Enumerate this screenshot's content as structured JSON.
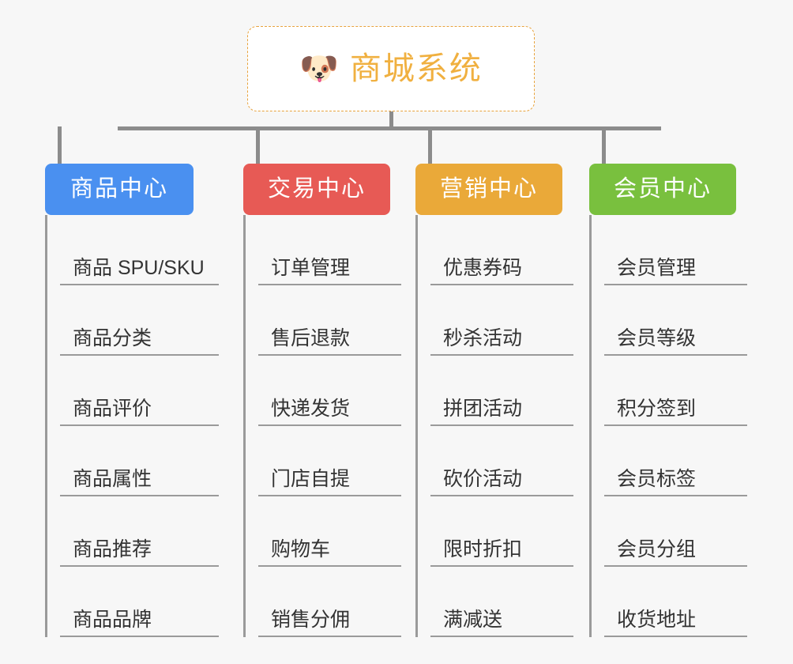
{
  "root": {
    "icon": "dog-face-icon",
    "icon_glyph": "🐶",
    "title": "商城系统",
    "title_color": "#f0b040",
    "border_color": "#e8a33d"
  },
  "canvas": {
    "background": "#f7f7f7",
    "connector_color": "#8c8c8c"
  },
  "branches": [
    {
      "id": "product-center",
      "label": "商品中心",
      "color": "#4a90f0",
      "items": [
        "商品 SPU/SKU",
        "商品分类",
        "商品评价",
        "商品属性",
        "商品推荐",
        "商品品牌"
      ]
    },
    {
      "id": "trade-center",
      "label": "交易中心",
      "color": "#e75a55",
      "items": [
        "订单管理",
        "售后退款",
        "快递发货",
        "门店自提",
        "购物车",
        "销售分佣"
      ]
    },
    {
      "id": "marketing-center",
      "label": "营销中心",
      "color": "#eaa939",
      "items": [
        "优惠券码",
        "秒杀活动",
        "拼团活动",
        "砍价活动",
        "限时折扣",
        "满减送"
      ]
    },
    {
      "id": "member-center",
      "label": "会员中心",
      "color": "#79c03e",
      "items": [
        "会员管理",
        "会员等级",
        "积分签到",
        "会员标签",
        "会员分组",
        "收货地址"
      ]
    }
  ]
}
